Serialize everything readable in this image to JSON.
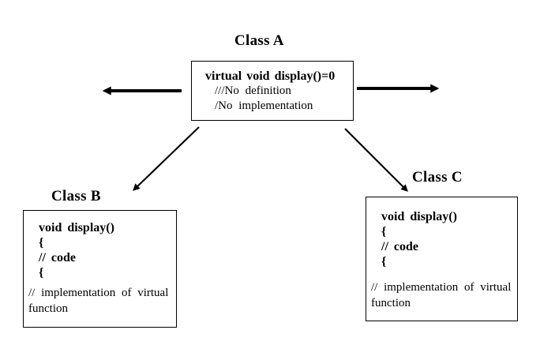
{
  "nodes": {
    "class_a": {
      "title": "Class A",
      "signature": "virtual void display()=0",
      "comments": [
        "///No definition",
        "/No implementation"
      ]
    },
    "class_b": {
      "title": "Class B",
      "code_lines": [
        "void display()",
        "{",
        "// code",
        "{"
      ],
      "comment": "// implementation of virtual function"
    },
    "class_c": {
      "title": "Class C",
      "code_lines": [
        "void display()",
        "{",
        "// code",
        "{"
      ],
      "comment": "// implementation of virtual function"
    }
  },
  "colors": {
    "background": "#ffffff",
    "line": "#000000",
    "text": "#000000"
  }
}
